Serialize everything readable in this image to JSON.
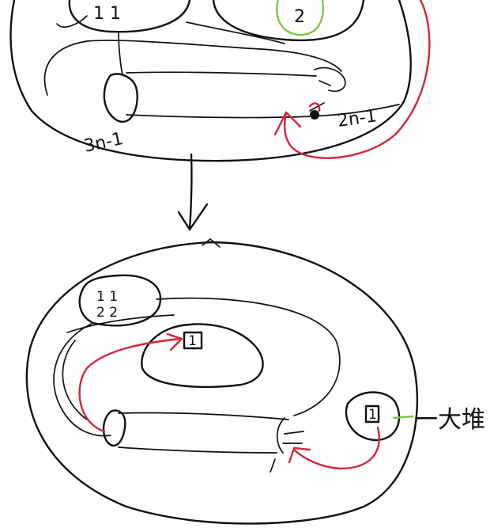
{
  "colors": {
    "ink": "#111111",
    "red": "#d2263c",
    "green": "#7ac943",
    "background": "#ffffff"
  },
  "labels": {
    "top_left_edge_label": "3n-1",
    "top_right_edge_label": "2n-1",
    "top_green_circle_label": "2",
    "top_partial_label": "1 1",
    "bottom_top_left_label_line1": "1 1",
    "bottom_top_left_label_line2": "2 2",
    "bottom_inner_label": "1",
    "bottom_right_circle_label": "1",
    "bottom_green_annotation": "一大堆"
  }
}
